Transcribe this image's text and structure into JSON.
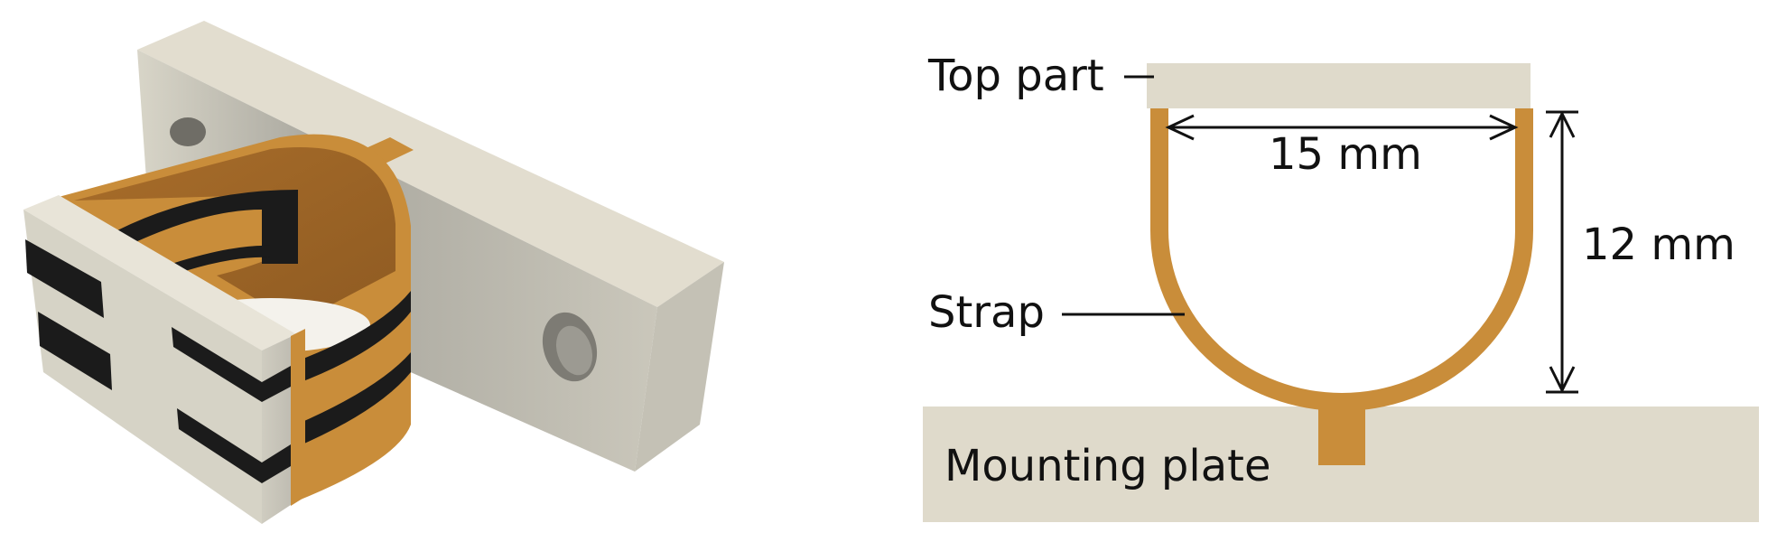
{
  "labels": {
    "top_part": "Top part",
    "strap": "Strap",
    "mounting_plate": "Mounting plate",
    "width_dim": "15 mm",
    "height_dim": "12 mm"
  },
  "colors": {
    "plate": "#dfdacb",
    "strap": "#c98d3a",
    "strap_dark": "#9a6426",
    "black_stripe": "#1b1b1b",
    "block_light": "#d6d3c6",
    "block_shadow": "#bdbab0",
    "line": "#111111"
  }
}
